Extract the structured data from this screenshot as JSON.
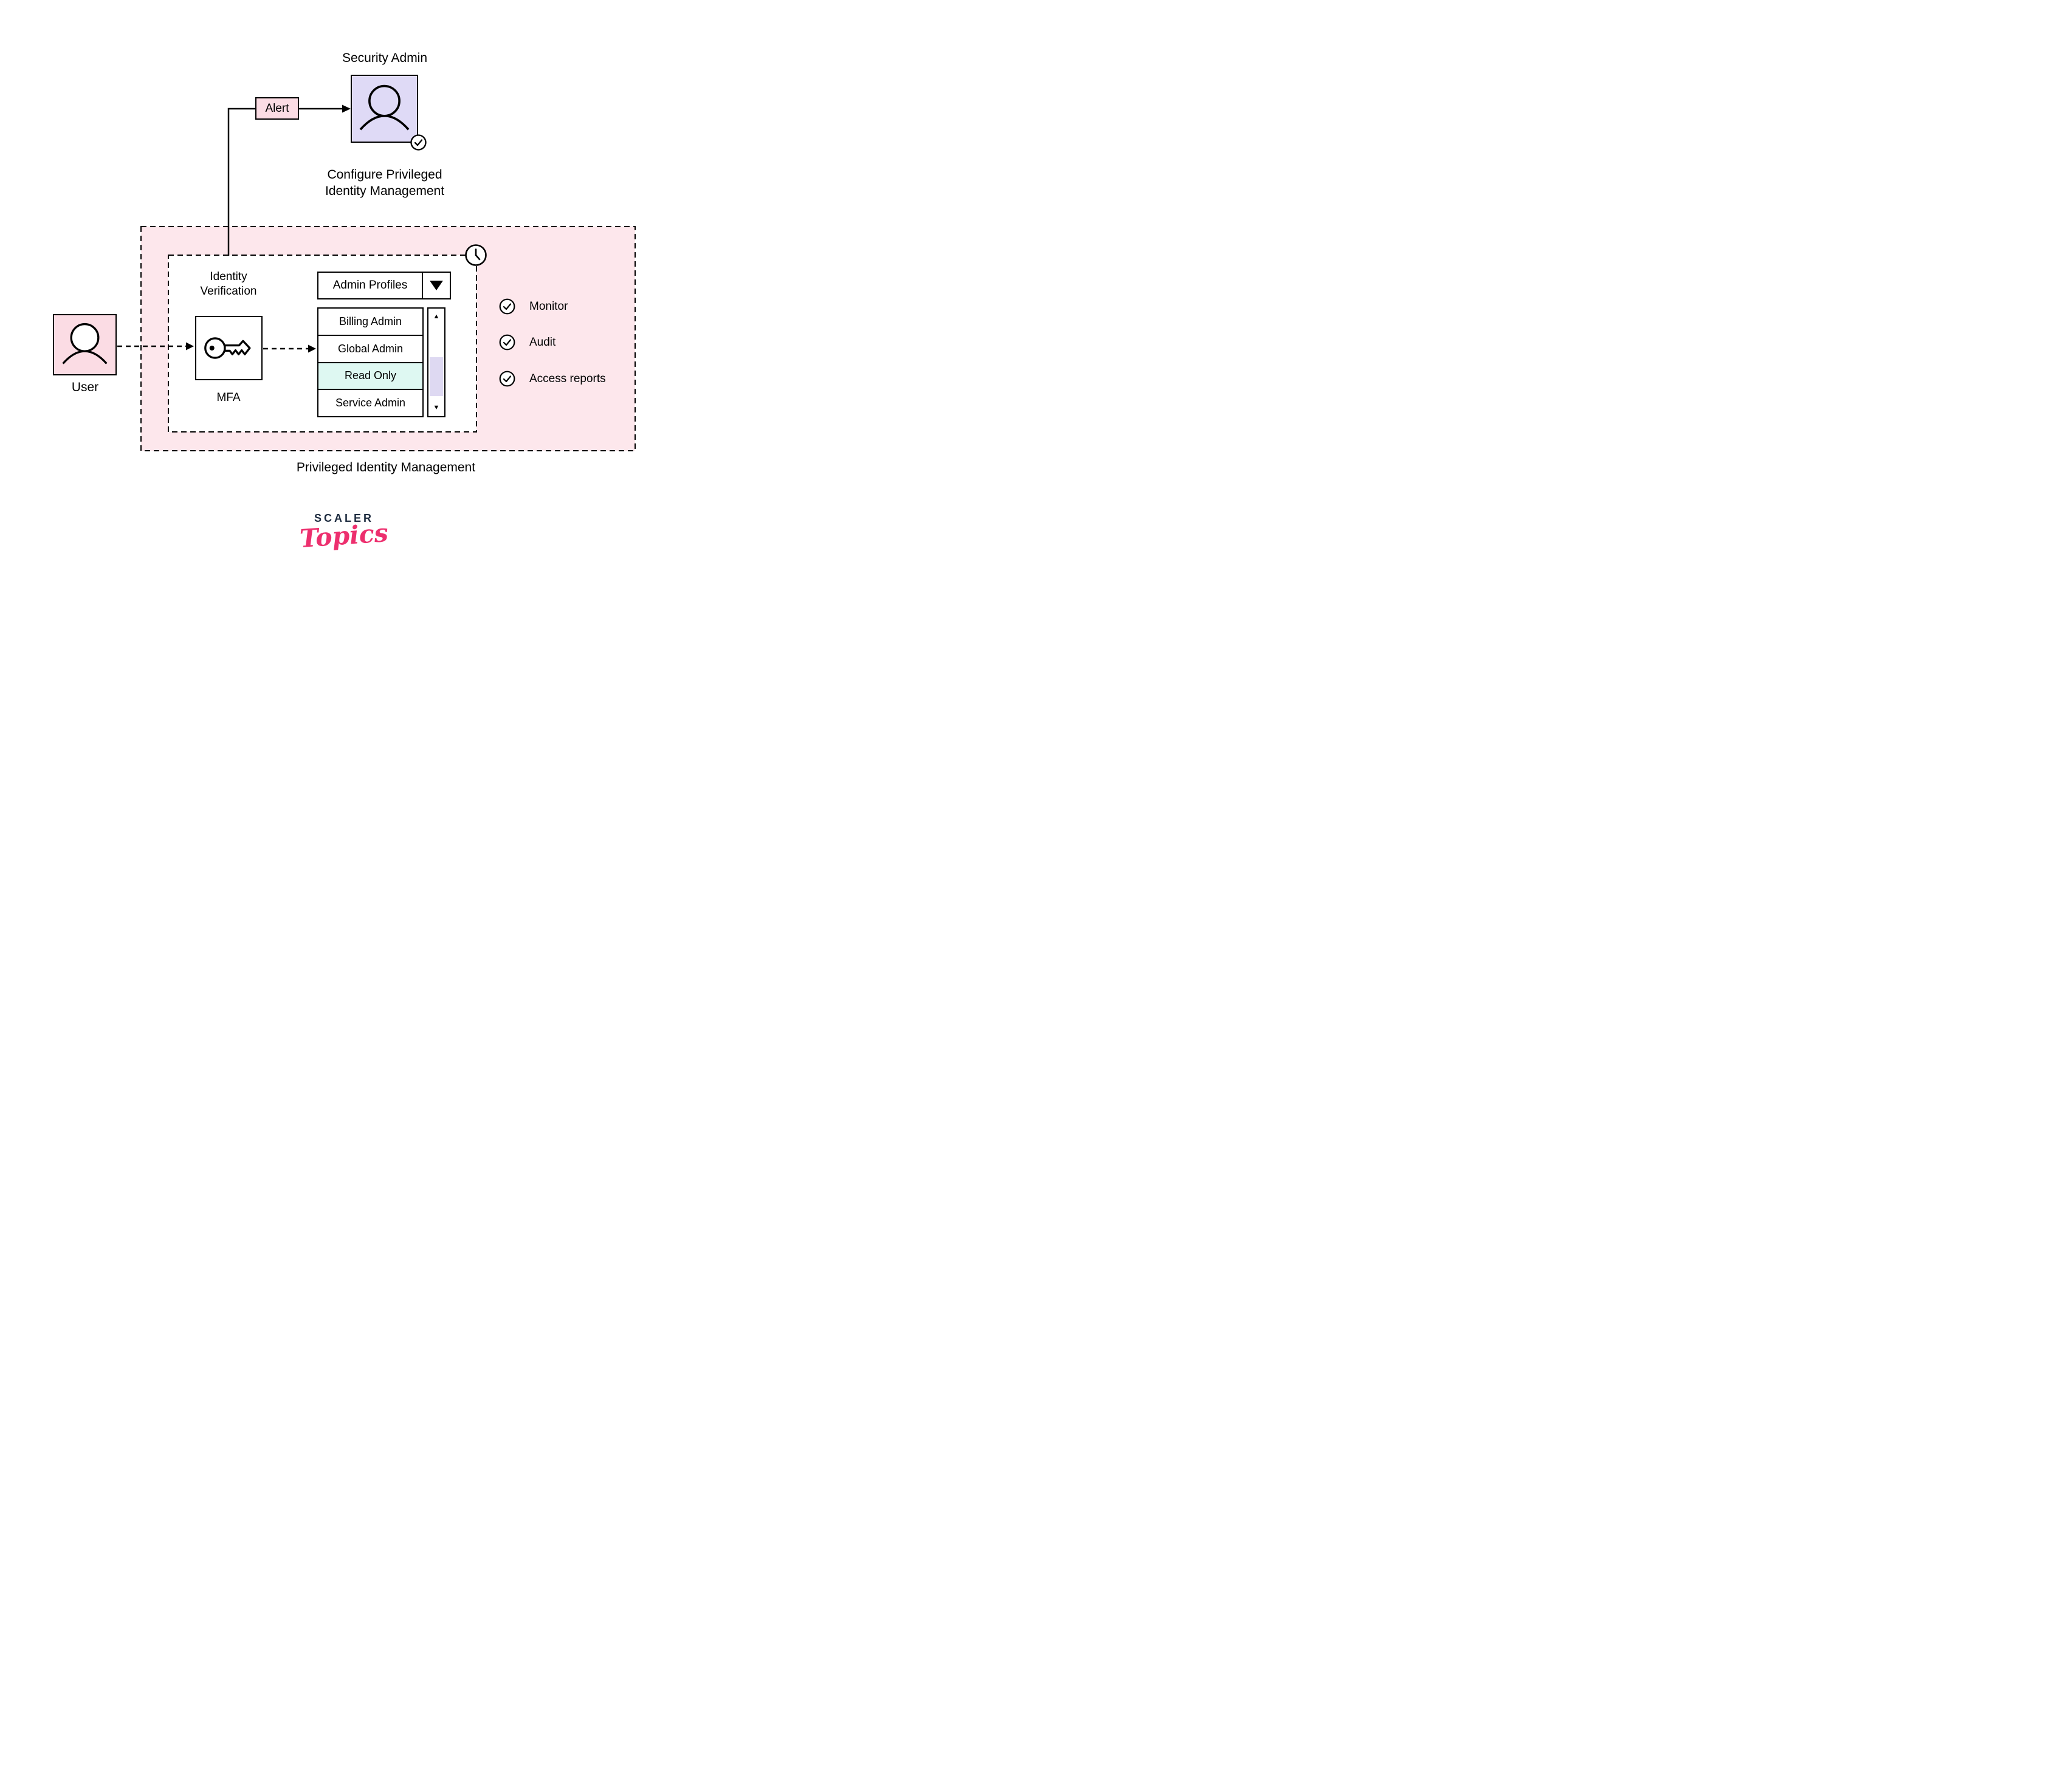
{
  "theme": {
    "pink_region": "#fde7ec",
    "pink_box": "#fbdce4",
    "lavender": "#dfdaf6",
    "cyan_highlight": "#def8f2",
    "scroll_thumb": "#ded9f2",
    "brand_navy": "#1d2b3f",
    "brand_pink": "#ed2f6e"
  },
  "security_admin": {
    "title": "Security Admin",
    "caption": [
      "Configure Privileged",
      "Identity Management"
    ]
  },
  "alert": {
    "label": "Alert"
  },
  "user": {
    "label": "User"
  },
  "verification": {
    "title": [
      "Identity",
      "Verification"
    ],
    "box_label": "MFA"
  },
  "admin_profiles": {
    "header": "Admin Profiles",
    "roles": [
      "Billing Admin",
      "Global Admin",
      "Read Only",
      "Service Admin"
    ],
    "selected_index": 2
  },
  "capabilities": [
    "Monitor",
    "Audit",
    "Access reports"
  ],
  "region_caption": "Privileged Identity Management",
  "logo": {
    "brand": "SCALER",
    "product": "Topics"
  }
}
